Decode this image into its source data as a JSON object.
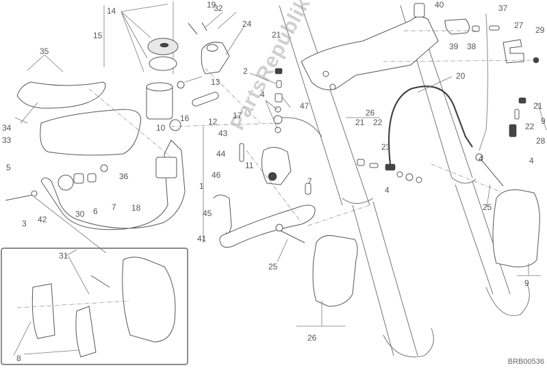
{
  "diagram": {
    "title": "Front brake system exploded view",
    "drawing_code": "BRB00536",
    "watermark": "PartsRepublik",
    "callouts": [
      {
        "id": "c1",
        "label": "1"
      },
      {
        "id": "c2",
        "label": "2"
      },
      {
        "id": "c3",
        "label": "3"
      },
      {
        "id": "c4a",
        "label": "4"
      },
      {
        "id": "c4b",
        "label": "4"
      },
      {
        "id": "c4c",
        "label": "4"
      },
      {
        "id": "c4d",
        "label": "4"
      },
      {
        "id": "c5",
        "label": "5"
      },
      {
        "id": "c6",
        "label": "6"
      },
      {
        "id": "c7a",
        "label": "7"
      },
      {
        "id": "c7b",
        "label": "7"
      },
      {
        "id": "c8",
        "label": "8"
      },
      {
        "id": "c9a",
        "label": "9"
      },
      {
        "id": "c9b",
        "label": "9"
      },
      {
        "id": "c10",
        "label": "10"
      },
      {
        "id": "c11",
        "label": "11"
      },
      {
        "id": "c12",
        "label": "12"
      },
      {
        "id": "c13",
        "label": "13"
      },
      {
        "id": "c14",
        "label": "14"
      },
      {
        "id": "c15",
        "label": "15"
      },
      {
        "id": "c16",
        "label": "16"
      },
      {
        "id": "c17",
        "label": "17"
      },
      {
        "id": "c18",
        "label": "18"
      },
      {
        "id": "c19",
        "label": "19"
      },
      {
        "id": "c20",
        "label": "20"
      },
      {
        "id": "c21a",
        "label": "21"
      },
      {
        "id": "c21b",
        "label": "21"
      },
      {
        "id": "c21c",
        "label": "21"
      },
      {
        "id": "c22a",
        "label": "22"
      },
      {
        "id": "c22b",
        "label": "22"
      },
      {
        "id": "c23",
        "label": "23"
      },
      {
        "id": "c24",
        "label": "24"
      },
      {
        "id": "c25a",
        "label": "25"
      },
      {
        "id": "c25b",
        "label": "25"
      },
      {
        "id": "c26a",
        "label": "26"
      },
      {
        "id": "c26b",
        "label": "26"
      },
      {
        "id": "c27",
        "label": "27"
      },
      {
        "id": "c28",
        "label": "28"
      },
      {
        "id": "c29",
        "label": "29"
      },
      {
        "id": "c30",
        "label": "30"
      },
      {
        "id": "c31",
        "label": "31"
      },
      {
        "id": "c32",
        "label": "32"
      },
      {
        "id": "c33",
        "label": "33"
      },
      {
        "id": "c34",
        "label": "34"
      },
      {
        "id": "c35",
        "label": "35"
      },
      {
        "id": "c36",
        "label": "36"
      },
      {
        "id": "c37",
        "label": "37"
      },
      {
        "id": "c38",
        "label": "38"
      },
      {
        "id": "c39",
        "label": "39"
      },
      {
        "id": "c40",
        "label": "40"
      },
      {
        "id": "c41",
        "label": "41"
      },
      {
        "id": "c42",
        "label": "42"
      },
      {
        "id": "c43",
        "label": "43"
      },
      {
        "id": "c44",
        "label": "44"
      },
      {
        "id": "c45",
        "label": "45"
      },
      {
        "id": "c46",
        "label": "46"
      },
      {
        "id": "c47",
        "label": "47"
      }
    ]
  }
}
